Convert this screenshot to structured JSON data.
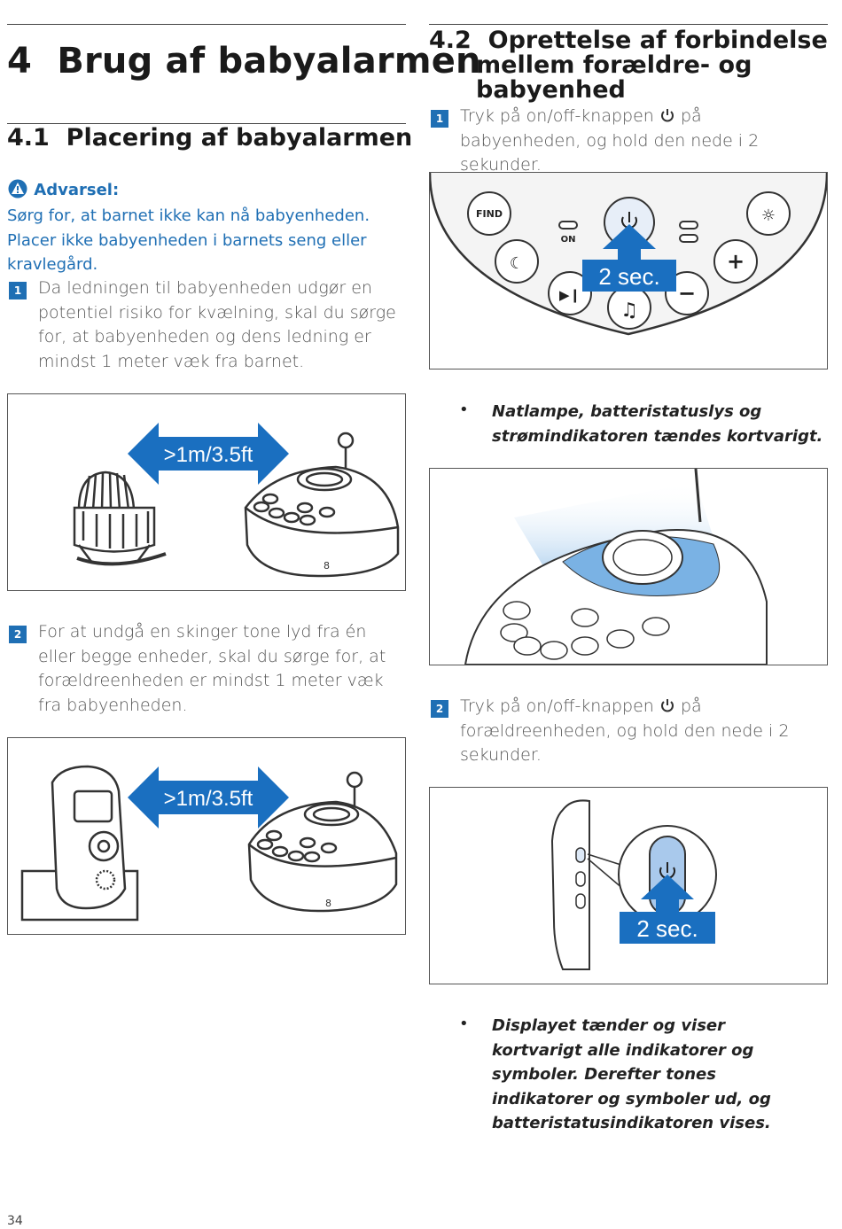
{
  "chapter": {
    "number": "4",
    "title": "Brug af babyalarmen"
  },
  "section_4_1": {
    "number": "4.1",
    "title": "Placering af babyalarmen",
    "warning_label": "Advarsel:",
    "warning_text": "Sørg for, at barnet ikke kan nå babyenheden. Placer ikke babyenheden i barnets seng eller kravlegård.",
    "step1_num": "1",
    "step1_text": "Da ledningen til babyenheden udgør en potentiel risiko for kvælning, skal du sørge for, at babyenheden og dens ledning er mindst 1 meter væk fra barnet.",
    "figure1_label": ">1m/3.5ft",
    "step2_num": "2",
    "step2_text": "For at undgå en skinger tone lyd fra én eller begge enheder, skal du sørge for, at forældreenheden er mindst 1 meter væk fra babyenheden.",
    "figure2_label": ">1m/3.5ft"
  },
  "section_4_2": {
    "number": "4.2",
    "title_line1": "Oprettelse af forbindelse",
    "title_line2": "mellem forældre- og",
    "title_line3": "babyenhed",
    "step1_num": "1",
    "step1_text_a": "Tryk på on/off-knappen",
    "step1_text_b": "på babyenheden, og hold den nede i 2 sekunder.",
    "fig_panel_find": "FIND",
    "fig_panel_on": "ON",
    "fig_panel_duration": "2 sec.",
    "bullet1": "Natlampe, batteristatuslys og strømindikatoren tændes kortvarigt.",
    "step2_num": "2",
    "step2_text_a": "Tryk på on/off-knappen",
    "step2_text_b": "på forældreenheden, og hold den nede i 2 sekunder.",
    "fig_side_duration": "2 sec.",
    "bullet2": "Displayet tænder og viser kortvarigt alle indikatorer og symboler. Derefter tones indikatorer og symboler ud, og batteristatusindikatoren vises."
  },
  "page_number": "34",
  "colors": {
    "accent": "#1f6fb4",
    "arrow": "#1a6fc0",
    "text": "#333333"
  },
  "icons": [
    "warning-icon",
    "power-icon"
  ]
}
